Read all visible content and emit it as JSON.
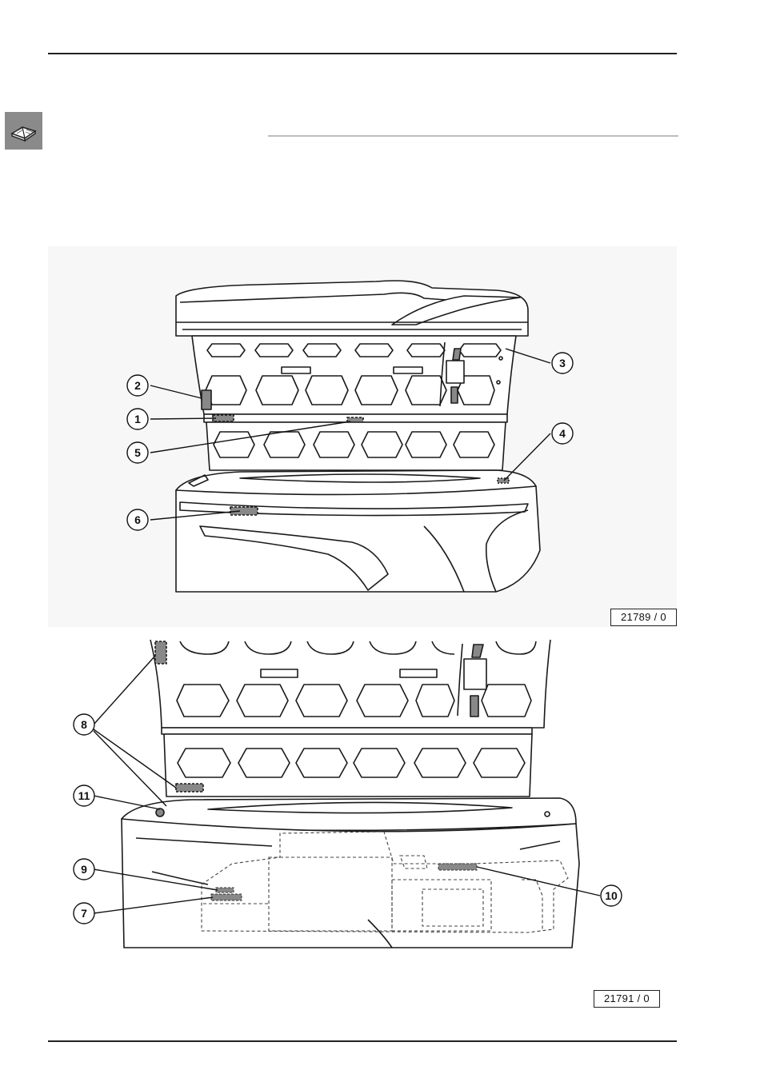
{
  "figures": [
    {
      "reference": "21789 / 0",
      "callouts": [
        "1",
        "2",
        "3",
        "4",
        "5",
        "6"
      ]
    },
    {
      "reference": "21791 / 0",
      "callouts": [
        "7",
        "8",
        "9",
        "10",
        "11"
      ]
    }
  ],
  "icons": {
    "manual": "open-book-icon"
  }
}
